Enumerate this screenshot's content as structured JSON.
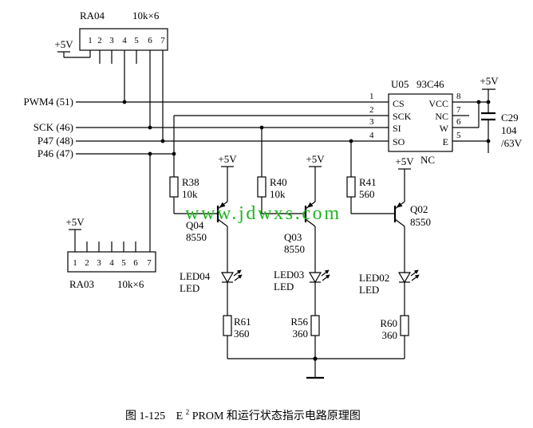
{
  "ra04": {
    "ref": "RA04",
    "value": "10k×6",
    "supply": "+5V",
    "pins": [
      "1",
      "2",
      "3",
      "4",
      "5",
      "6",
      "7"
    ]
  },
  "ra03": {
    "ref": "RA03",
    "value": "10k×6",
    "supply": "+5V",
    "pins": [
      "1",
      "2",
      "3",
      "4",
      "5",
      "6",
      "7"
    ]
  },
  "signals": {
    "pwm4": "PWM4 (51)",
    "sck": "SCK (46)",
    "p47": "P47 (48)",
    "p46": "P46 (47)"
  },
  "u05": {
    "ref": "U05",
    "part": "93C46",
    "supply": "+5V",
    "nc_label": "NC",
    "left_pins": [
      {
        "num": "1",
        "name": "CS"
      },
      {
        "num": "2",
        "name": "SCK"
      },
      {
        "num": "3",
        "name": "SI"
      },
      {
        "num": "4",
        "name": "SO"
      }
    ],
    "right_pins": [
      {
        "num": "8",
        "name": "VCC"
      },
      {
        "num": "7",
        "name": "NC"
      },
      {
        "num": "6",
        "name": "W"
      },
      {
        "num": "5",
        "name": "E"
      }
    ]
  },
  "c29": {
    "ref": "C29",
    "value": "104",
    "rating": "/63V"
  },
  "drivers": [
    {
      "resistor": {
        "ref": "R38",
        "value": "10k"
      },
      "transistor": {
        "ref": "Q04",
        "part": "8550",
        "supply": "+5V"
      },
      "led": {
        "ref": "LED04",
        "type": "LED"
      },
      "load": {
        "ref": "R61",
        "value": "360"
      }
    },
    {
      "resistor": {
        "ref": "R40",
        "value": "10k"
      },
      "transistor": {
        "ref": "Q03",
        "part": "8550",
        "supply": "+5V"
      },
      "led": {
        "ref": "LED03",
        "type": "LED"
      },
      "load": {
        "ref": "R56",
        "value": "360"
      }
    },
    {
      "resistor": {
        "ref": "R41",
        "value": "560"
      },
      "transistor": {
        "ref": "Q02",
        "part": "8550",
        "supply": "+5V"
      },
      "led": {
        "ref": "LED02",
        "type": "LED"
      },
      "load": {
        "ref": "R60",
        "value": "360"
      }
    }
  ],
  "watermark": "www.jdwxs.com",
  "caption": {
    "figure": "图 1-125",
    "prefix": "E",
    "superscript": "2",
    "title": "PROM 和运行状态指示电路原理图"
  },
  "colors": {
    "line": "#000000",
    "watermark": "#1fb41f",
    "background": "#ffffff"
  }
}
